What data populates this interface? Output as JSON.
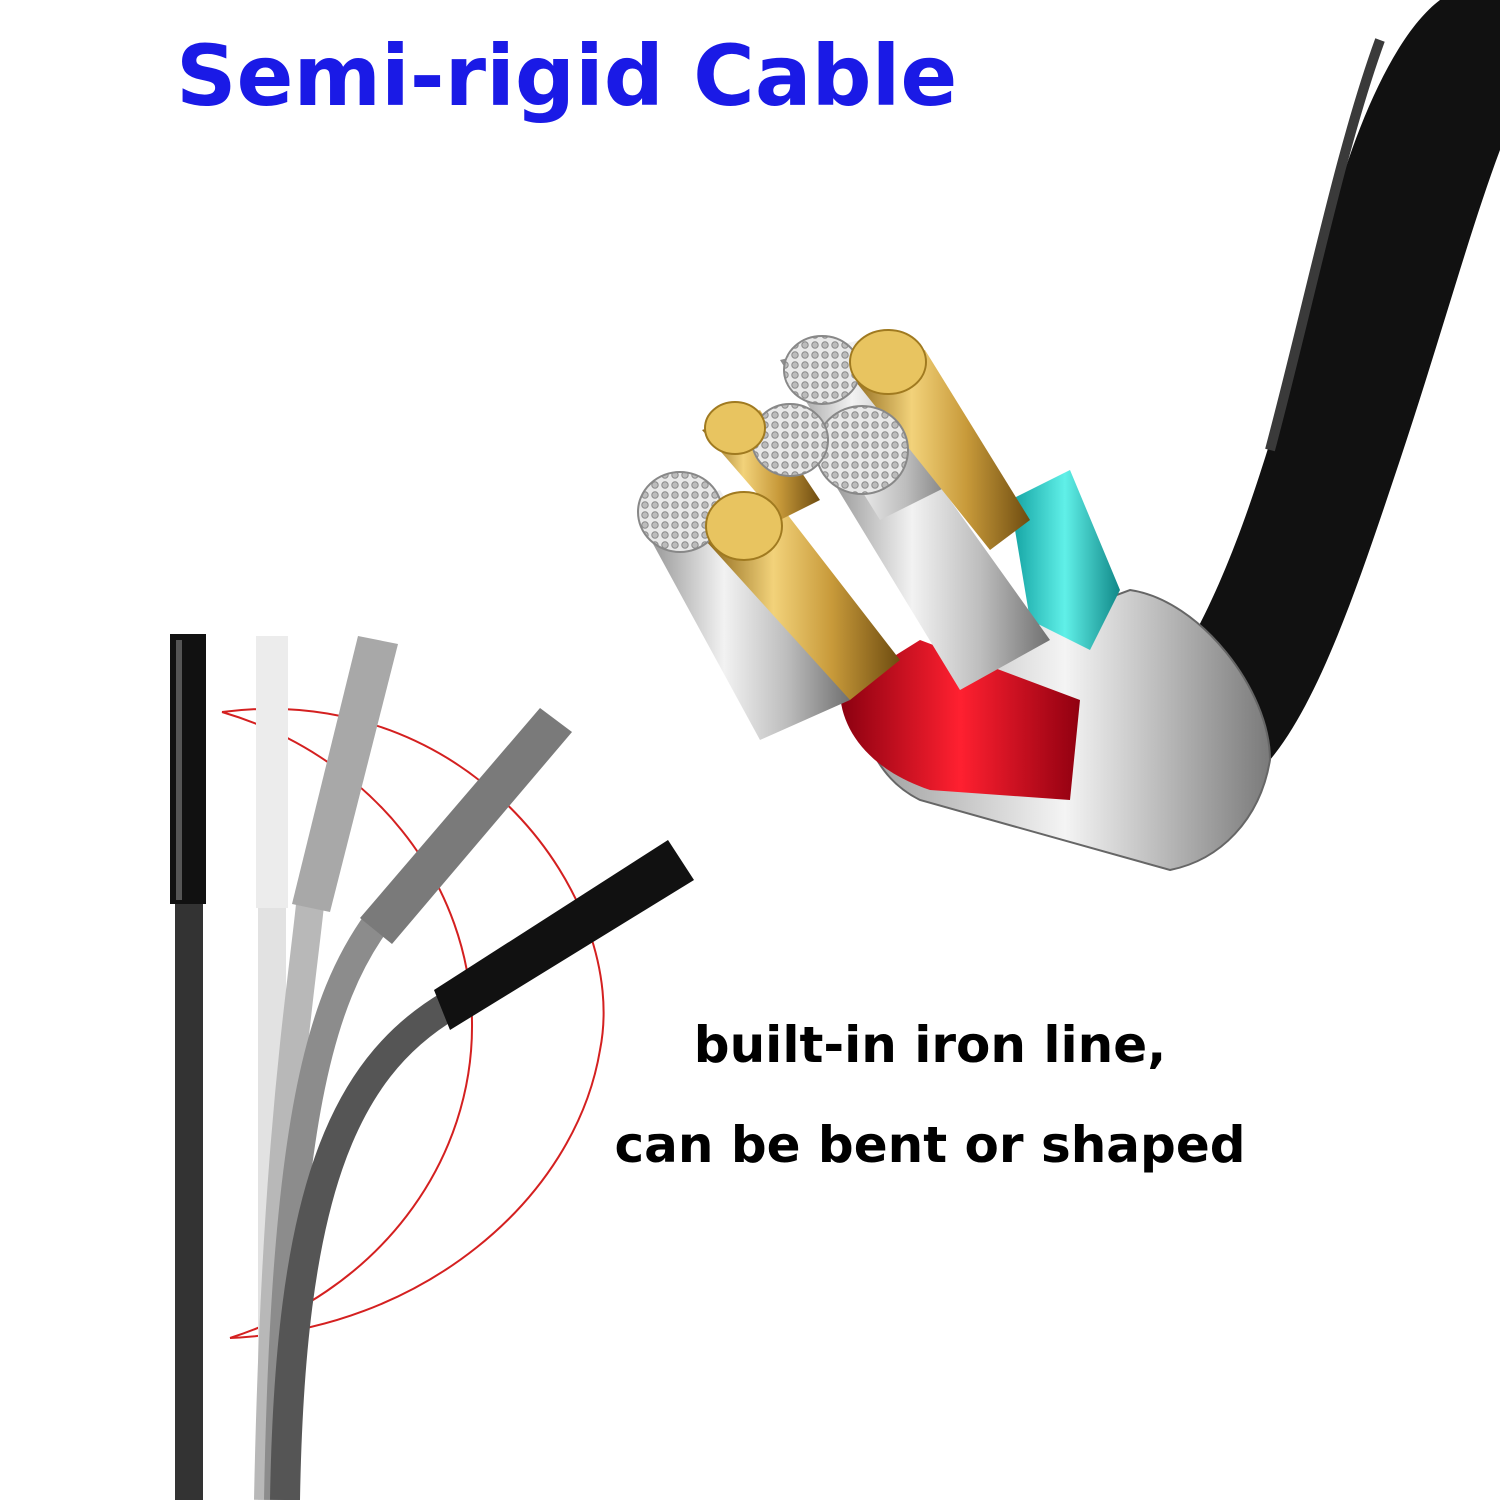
{
  "title": "Semi-rigid Cable",
  "caption": {
    "line1": "built-in iron line,",
    "line2": "can be bent or shaped"
  },
  "colors": {
    "title": "#1a1ae6",
    "caption": "#000000",
    "arc": "#d42020",
    "cable_black": "#111111",
    "conductor_gold": "#c89a3a",
    "conductor_silver": "#c8c8c8",
    "insulation_red": "#d01020",
    "insulation_teal": "#20c8c0"
  }
}
